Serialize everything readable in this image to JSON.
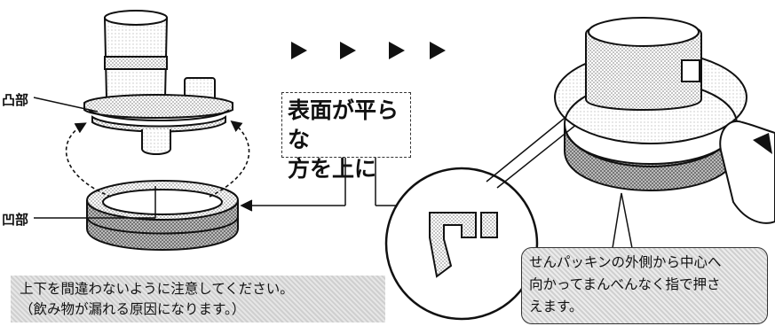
{
  "labels": {
    "convex": "凸部",
    "concave": "凹部"
  },
  "flat_note": {
    "line1": "表面が平らな",
    "line2": "方を上に"
  },
  "caution": {
    "line1": "上下を間違わないように注意してください。",
    "line2": "（飲み物が漏れる原因になります。）"
  },
  "press_note": {
    "line1": "せんパッキンの外側から中心へ",
    "line2": "向かってまんべんなく指で押さ",
    "line3": "えます。"
  },
  "icons": [
    "step-arrow-icon",
    "press-direction-arrow-icon"
  ],
  "colors": {
    "ink": "#111111",
    "halftone_dark": "#8a8a8a",
    "halftone_light": "#d9d9d9"
  }
}
